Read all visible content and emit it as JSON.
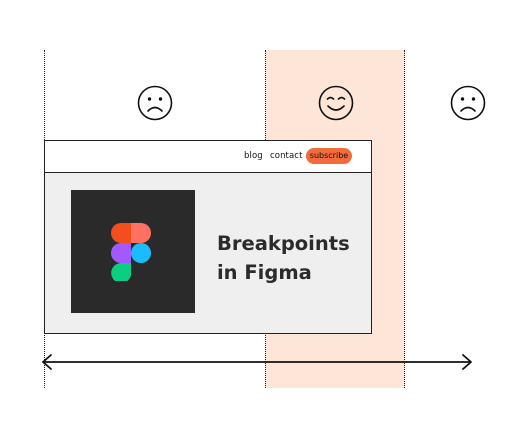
{
  "nav": {
    "blog": "blog",
    "contact": "contact",
    "subscribe": "subscribe"
  },
  "hero": {
    "title_line1": "Breakpoints",
    "title_line2": "in Figma"
  },
  "colors": {
    "highlight": "#fde5d7",
    "subscribe_button": "#f26b3a",
    "figma_red": "#f24e1e",
    "figma_orange": "#ff7262",
    "figma_purple": "#a259ff",
    "figma_blue": "#1abcfe",
    "figma_green": "#0acf83"
  },
  "icons": [
    "sad-face-icon",
    "happy-face-icon",
    "sad-face-icon",
    "figma-logo-icon",
    "double-arrow-icon"
  ]
}
